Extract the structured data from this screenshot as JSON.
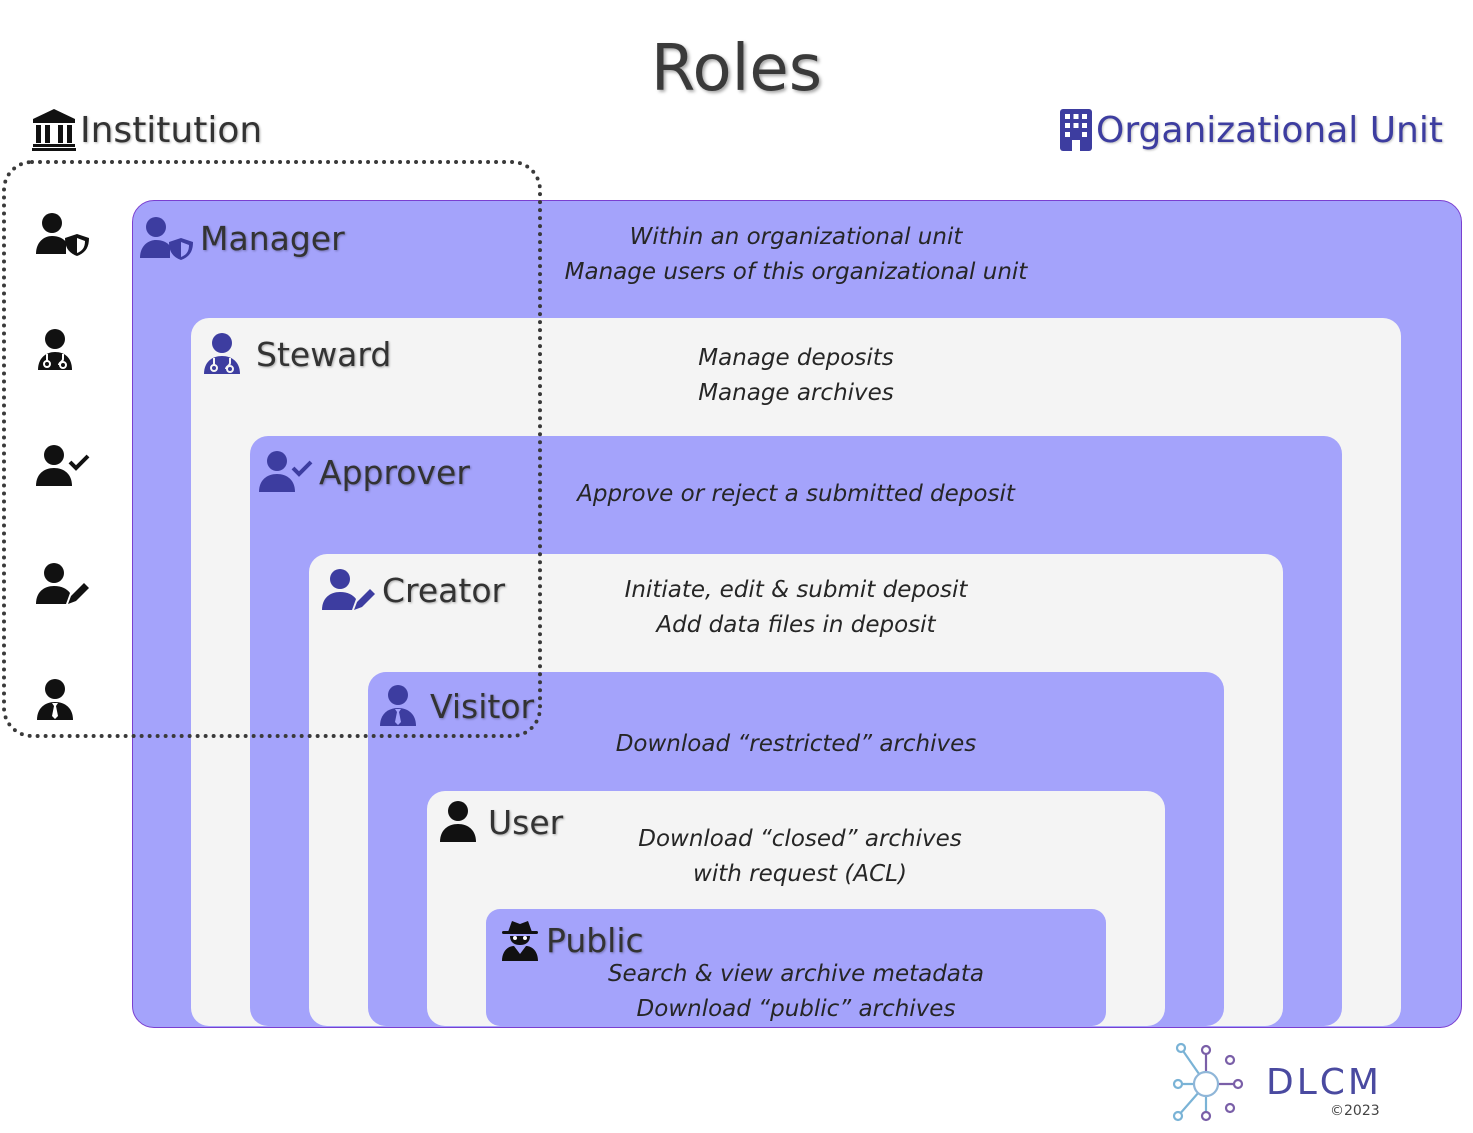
{
  "title": "Roles",
  "institution": {
    "label": "Institution",
    "icon": "institution-icon"
  },
  "org_unit": {
    "label": "Organizational Unit",
    "icon": "building-icon",
    "color": "#3d3da0"
  },
  "roles": [
    {
      "id": "manager",
      "name": "Manager",
      "icon": "user-shield-icon",
      "lines": [
        "Within an organizational unit",
        "Manage users of this organizational unit"
      ]
    },
    {
      "id": "steward",
      "name": "Steward",
      "icon": "user-doctor-icon",
      "lines": [
        "Manage deposits",
        "Manage archives"
      ]
    },
    {
      "id": "approver",
      "name": "Approver",
      "icon": "user-check-icon",
      "lines": [
        "Approve or reject a submitted deposit"
      ]
    },
    {
      "id": "creator",
      "name": "Creator",
      "icon": "user-pen-icon",
      "lines": [
        "Initiate, edit & submit deposit",
        "Add data files in deposit"
      ]
    },
    {
      "id": "visitor",
      "name": "Visitor",
      "icon": "user-tie-icon",
      "lines": [
        "Download “restricted” archives"
      ]
    },
    {
      "id": "user",
      "name": "User",
      "icon": "user-icon",
      "lines": [
        "Download “closed” archives",
        "with request (ACL)"
      ]
    },
    {
      "id": "public",
      "name": "Public",
      "icon": "user-secret-icon",
      "lines": [
        "Search & view archive metadata",
        "Download “public” archives"
      ]
    }
  ],
  "colors": {
    "purple_box": "#a4a3fb",
    "gray_box": "#f4f4f4",
    "icon_purple": "#3d3da0"
  },
  "logo": {
    "text": "DLCM",
    "copyright": "©2023"
  }
}
